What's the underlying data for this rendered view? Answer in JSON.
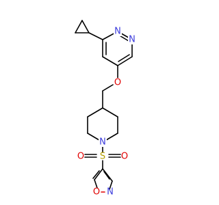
{
  "molecule": {
    "atoms": {
      "pyrimidine_n_upper": "N",
      "pyrimidine_n_lower": "N",
      "ether_o": "O",
      "piperidine_n": "N",
      "sulfur": "S",
      "sulfonyl_o_left": "O",
      "sulfonyl_o_right": "O",
      "isoxazole_o": "O",
      "isoxazole_n": "N"
    },
    "colors": {
      "carbon_bond": "#000000",
      "nitrogen": "#3c3cdc",
      "oxygen": "#e00000",
      "sulfur": "#b5a000"
    }
  }
}
